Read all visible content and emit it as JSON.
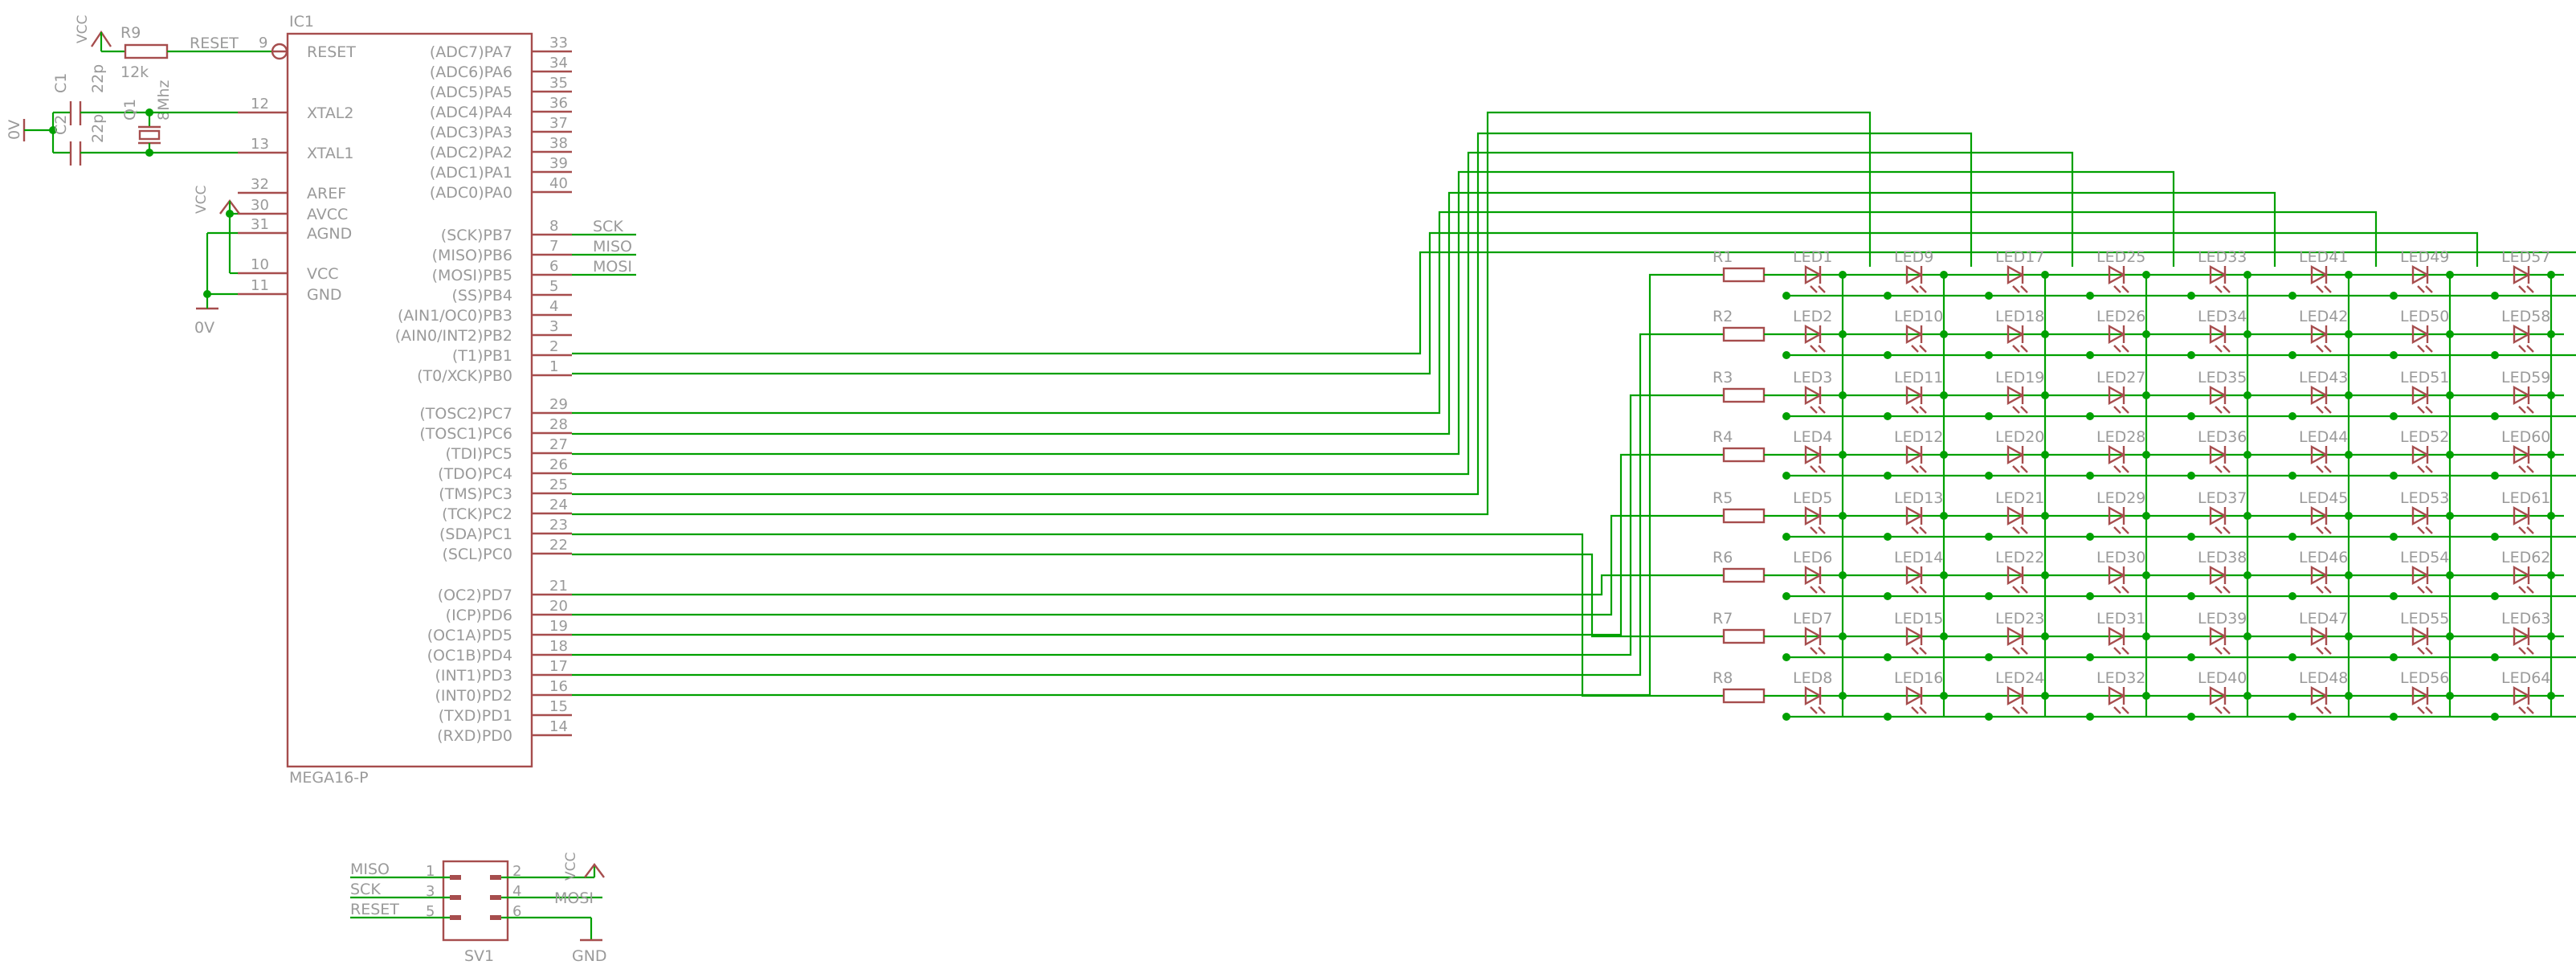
{
  "ic": {
    "ref": "IC1",
    "value": "MEGA16-P",
    "left_pins": [
      {
        "label": "RESET",
        "num": "9"
      },
      {
        "label": "XTAL2",
        "num": "12"
      },
      {
        "label": "XTAL1",
        "num": "13"
      },
      {
        "label": "AREF",
        "num": "32"
      },
      {
        "label": "AVCC",
        "num": "30"
      },
      {
        "label": "AGND",
        "num": "31"
      },
      {
        "label": "VCC",
        "num": "10"
      },
      {
        "label": "GND",
        "num": "11"
      }
    ],
    "right_pins": [
      {
        "label": "(ADC7)PA7",
        "num": "33"
      },
      {
        "label": "(ADC6)PA6",
        "num": "34"
      },
      {
        "label": "(ADC5)PA5",
        "num": "35"
      },
      {
        "label": "(ADC4)PA4",
        "num": "36"
      },
      {
        "label": "(ADC3)PA3",
        "num": "37"
      },
      {
        "label": "(ADC2)PA2",
        "num": "38"
      },
      {
        "label": "(ADC1)PA1",
        "num": "39"
      },
      {
        "label": "(ADC0)PA0",
        "num": "40"
      },
      {
        "label": "(SCK)PB7",
        "num": "8"
      },
      {
        "label": "(MISO)PB6",
        "num": "7"
      },
      {
        "label": "(MOSI)PB5",
        "num": "6"
      },
      {
        "label": "(SS)PB4",
        "num": "5"
      },
      {
        "label": "(AIN1/OC0)PB3",
        "num": "4"
      },
      {
        "label": "(AIN0/INT2)PB2",
        "num": "3"
      },
      {
        "label": "(T1)PB1",
        "num": "2"
      },
      {
        "label": "(T0/XCK)PB0",
        "num": "1"
      },
      {
        "label": "(TOSC2)PC7",
        "num": "29"
      },
      {
        "label": "(TOSC1)PC6",
        "num": "28"
      },
      {
        "label": "(TDI)PC5",
        "num": "27"
      },
      {
        "label": "(TDO)PC4",
        "num": "26"
      },
      {
        "label": "(TMS)PC3",
        "num": "25"
      },
      {
        "label": "(TCK)PC2",
        "num": "24"
      },
      {
        "label": "(SDA)PC1",
        "num": "23"
      },
      {
        "label": "(SCL)PC0",
        "num": "22"
      },
      {
        "label": "(OC2)PD7",
        "num": "21"
      },
      {
        "label": "(ICP)PD6",
        "num": "20"
      },
      {
        "label": "(OC1A)PD5",
        "num": "19"
      },
      {
        "label": "(OC1B)PD4",
        "num": "18"
      },
      {
        "label": "(INT1)PD3",
        "num": "17"
      },
      {
        "label": "(INT0)PD2",
        "num": "16"
      },
      {
        "label": "(TXD)PD1",
        "num": "15"
      },
      {
        "label": "(RXD)PD0",
        "num": "14"
      }
    ]
  },
  "nets": {
    "reset": "RESET",
    "sck": "SCK",
    "miso": "MISO",
    "mosi": "MOSI",
    "vcc": "VCC",
    "gnd": "GND",
    "zero_v": "0V"
  },
  "passives": {
    "r9_ref": "R9",
    "r9_value": "12k",
    "c1_ref": "C1",
    "c1_value": "22p",
    "c2_ref": "C2",
    "c2_value": "22p",
    "q1_ref": "Q1",
    "q1_value": "8Mhz"
  },
  "resistors": [
    "R1",
    "R2",
    "R3",
    "R4",
    "R5",
    "R6",
    "R7",
    "R8"
  ],
  "leds": [
    [
      "LED1",
      "LED9",
      "LED17",
      "LED25",
      "LED33",
      "LED41",
      "LED49",
      "LED57"
    ],
    [
      "LED2",
      "LED10",
      "LED18",
      "LED26",
      "LED34",
      "LED42",
      "LED50",
      "LED58"
    ],
    [
      "LED3",
      "LED11",
      "LED19",
      "LED27",
      "LED35",
      "LED43",
      "LED51",
      "LED59"
    ],
    [
      "LED4",
      "LED12",
      "LED20",
      "LED28",
      "LED36",
      "LED44",
      "LED52",
      "LED60"
    ],
    [
      "LED5",
      "LED13",
      "LED21",
      "LED29",
      "LED37",
      "LED45",
      "LED53",
      "LED61"
    ],
    [
      "LED6",
      "LED14",
      "LED22",
      "LED30",
      "LED38",
      "LED46",
      "LED54",
      "LED62"
    ],
    [
      "LED7",
      "LED15",
      "LED23",
      "LED31",
      "LED39",
      "LED47",
      "LED55",
      "LED63"
    ],
    [
      "LED8",
      "LED16",
      "LED24",
      "LED32",
      "LED40",
      "LED48",
      "LED56",
      "LED64"
    ]
  ],
  "header": {
    "ref": "SV1",
    "pins": [
      "1",
      "2",
      "3",
      "4",
      "5",
      "6"
    ],
    "left_labels": [
      "MISO",
      "SCK",
      "RESET"
    ],
    "right_labels": [
      "VCC",
      "MOSI",
      "GND"
    ]
  }
}
